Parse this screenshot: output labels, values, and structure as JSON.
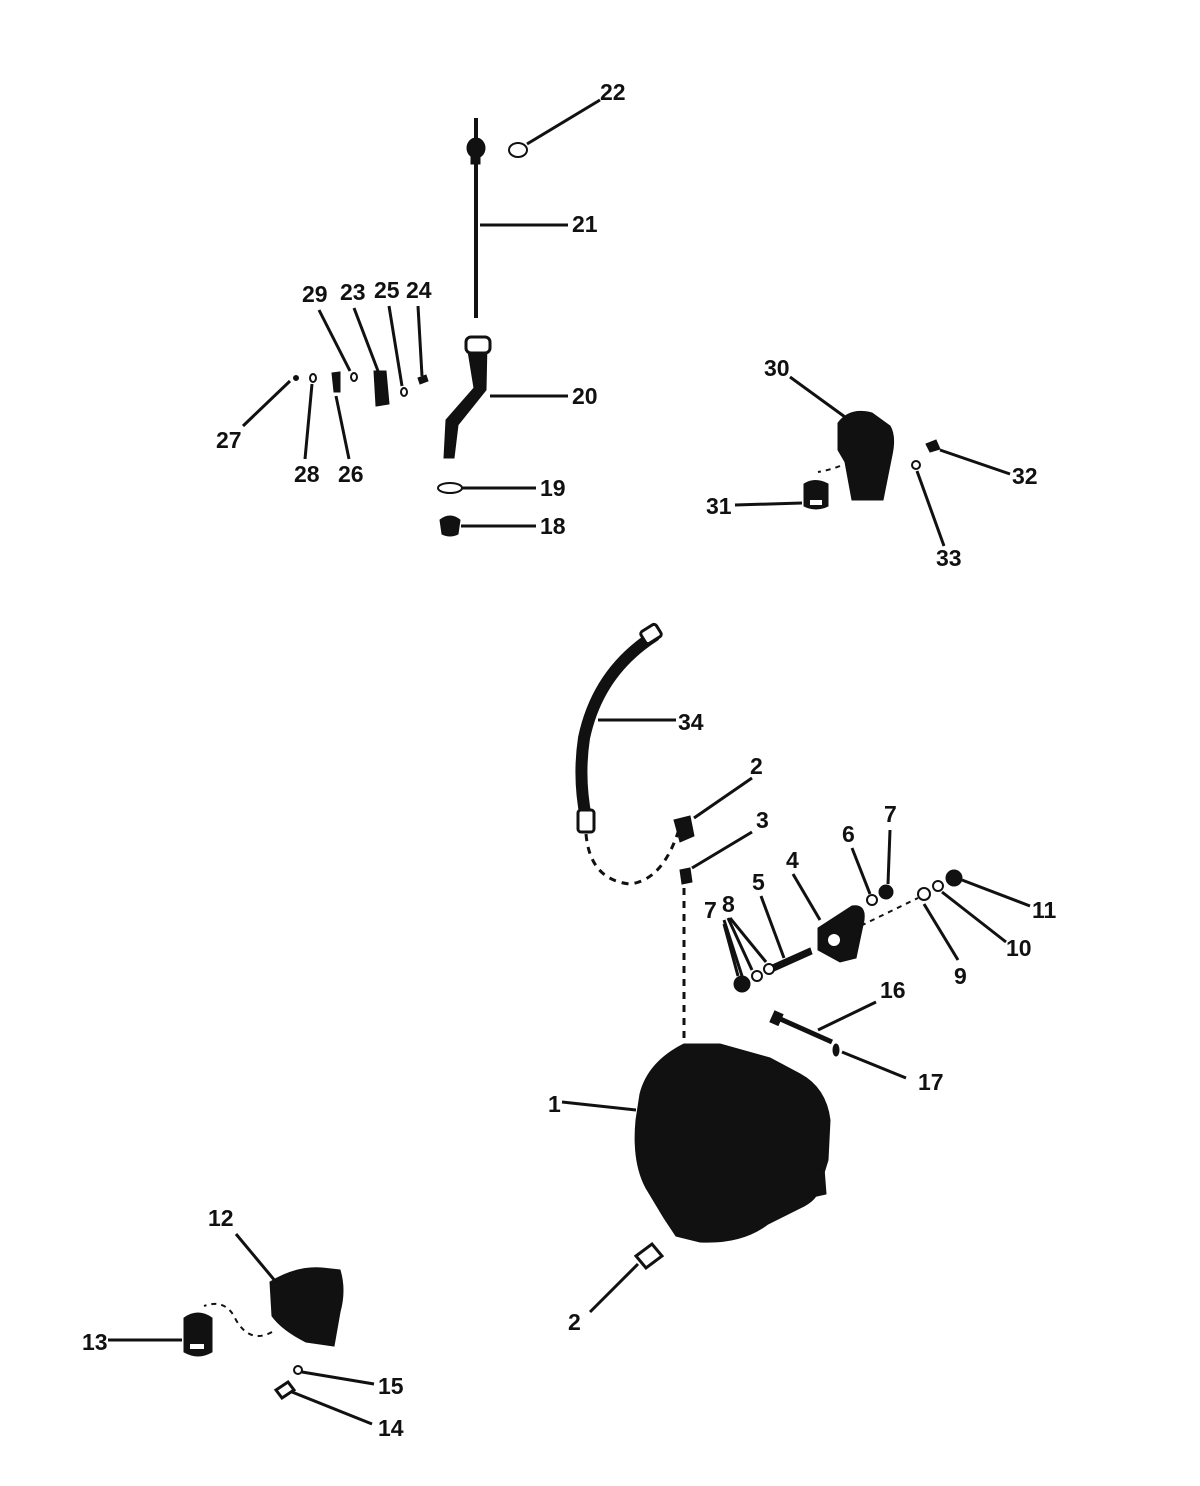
{
  "diagram": {
    "callouts": {
      "c1": "1",
      "c2a": "2",
      "c2b": "2",
      "c3": "3",
      "c4": "4",
      "c5": "5",
      "c6": "6",
      "c7a": "7",
      "c7b": "7",
      "c8": "8",
      "c9": "9",
      "c10": "10",
      "c11": "11",
      "c12": "12",
      "c13": "13",
      "c14": "14",
      "c15": "15",
      "c16": "16",
      "c17": "17",
      "c18": "18",
      "c19": "19",
      "c20": "20",
      "c21": "21",
      "c22": "22",
      "c23": "23",
      "c24": "24",
      "c25": "25",
      "c26": "26",
      "c27": "27",
      "c28": "28",
      "c29": "29",
      "c30": "30",
      "c31": "31",
      "c32": "32",
      "c33": "33",
      "c34": "34"
    }
  }
}
